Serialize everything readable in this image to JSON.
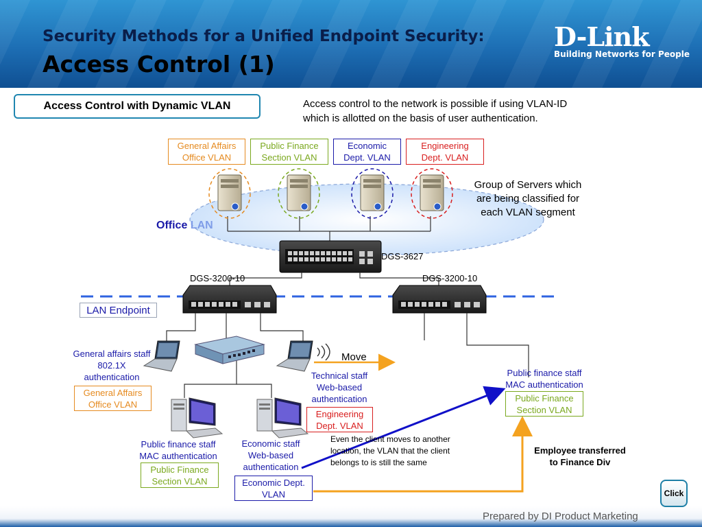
{
  "header": {
    "title_line1": "Security Methods for a Unified Endpoint Security:",
    "title_line2": "Access Control (1)",
    "logo_brand": "D-Link",
    "logo_tagline": "Building Networks for People"
  },
  "section_title": "Access Control with Dynamic VLAN",
  "intro_text": [
    "Access control to the network is possible if using VLAN-ID",
    "which is allotted on the basis of user authentication."
  ],
  "vlans_top": [
    {
      "line1": "General Affairs",
      "line2": "Office VLAN",
      "color": "#e58a1f"
    },
    {
      "line1": "Public Finance",
      "line2": "Section VLAN",
      "color": "#7aa81e"
    },
    {
      "line1": "Economic",
      "line2": "Dept. VLAN",
      "color": "#1a1aa8"
    },
    {
      "line1": "Engineering",
      "line2": "Dept. VLAN",
      "color": "#d81e1e"
    }
  ],
  "servers_note": [
    "Group of Servers which",
    "are being classified for",
    "each VLAN segment"
  ],
  "office_lan": {
    "word1": "Office",
    "word2": "LAN"
  },
  "switches": {
    "core": "DGS-3627",
    "edge_left": "DGS-3200-10",
    "edge_right": "DGS-3200-10"
  },
  "lan_endpoint": "LAN Endpoint",
  "clients": {
    "general_affairs": {
      "lines": [
        "General affairs staff",
        "802.1X",
        "authentication"
      ],
      "vlan": [
        "General Affairs",
        "Office VLAN"
      ]
    },
    "technical": {
      "lines": [
        "Technical staff",
        "Web-based",
        "authentication"
      ],
      "vlan": [
        "Engineering",
        "Dept. VLAN"
      ]
    },
    "public_finance_left": {
      "lines": [
        "Public finance staff",
        "MAC authentication"
      ],
      "vlan": [
        "Public Finance",
        "Section VLAN"
      ]
    },
    "economic": {
      "lines": [
        "Economic staff",
        "Web-based",
        "authentication"
      ],
      "vlan": [
        "Economic Dept.",
        "VLAN"
      ]
    },
    "public_finance_right": {
      "lines": [
        "Public finance staff",
        "MAC authentication"
      ],
      "vlan": [
        "Public Finance",
        "Section VLAN"
      ]
    }
  },
  "move_label": "Move",
  "move_note": [
    "Even the client moves to another",
    "location, the VLAN that the client",
    "belongs to is still the same"
  ],
  "transfer_note": [
    "Employee transferred",
    "to Finance Div"
  ],
  "click_button": "Click",
  "footer": "Prepared by DI Product Marketing",
  "colors": {
    "orange": "#e58a1f",
    "green": "#7aa81e",
    "blue": "#1a1aa8",
    "red": "#d81e1e",
    "dash_blue": "#2f63e0",
    "arrow_blue": "#1010c8",
    "arrow_orange": "#f4a21f"
  }
}
